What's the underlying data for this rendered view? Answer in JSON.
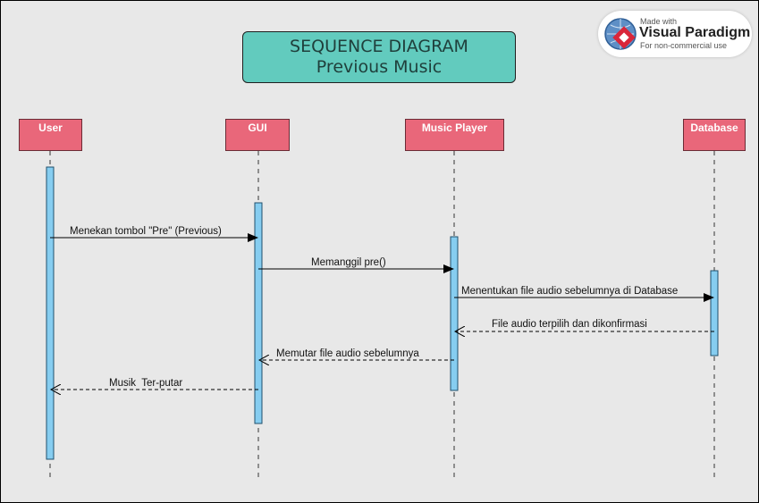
{
  "title": {
    "line1": "SEQUENCE DIAGRAM",
    "line2": "Previous Music"
  },
  "lifelines": [
    {
      "id": "user",
      "label": "User"
    },
    {
      "id": "gui",
      "label": "GUI"
    },
    {
      "id": "player",
      "label": "Music Player"
    },
    {
      "id": "database",
      "label": "Database"
    }
  ],
  "messages": [
    {
      "from": "user",
      "to": "gui",
      "type": "sync",
      "label": "Menekan tombol \"Pre\" (Previous)"
    },
    {
      "from": "gui",
      "to": "player",
      "type": "sync",
      "label": "Memanggil pre()"
    },
    {
      "from": "player",
      "to": "database",
      "type": "sync",
      "label": "Menentukan file audio sebelumnya di Database"
    },
    {
      "from": "database",
      "to": "player",
      "type": "return",
      "label": "File audio terpilih dan dikonfirmasi"
    },
    {
      "from": "player",
      "to": "gui",
      "type": "return",
      "label": "Memutar file audio sebelumnya"
    },
    {
      "from": "gui",
      "to": "user",
      "type": "return",
      "label": "Musik  Ter-putar"
    }
  ],
  "colors": {
    "title_fill": "#62cbbe",
    "lifeline_head": "#e9677a",
    "activation": "#86cdf0",
    "background": "#e8e8e8"
  },
  "watermark": {
    "small": "Made with",
    "brand": "Visual Paradigm",
    "note": "For non-commercial use"
  }
}
